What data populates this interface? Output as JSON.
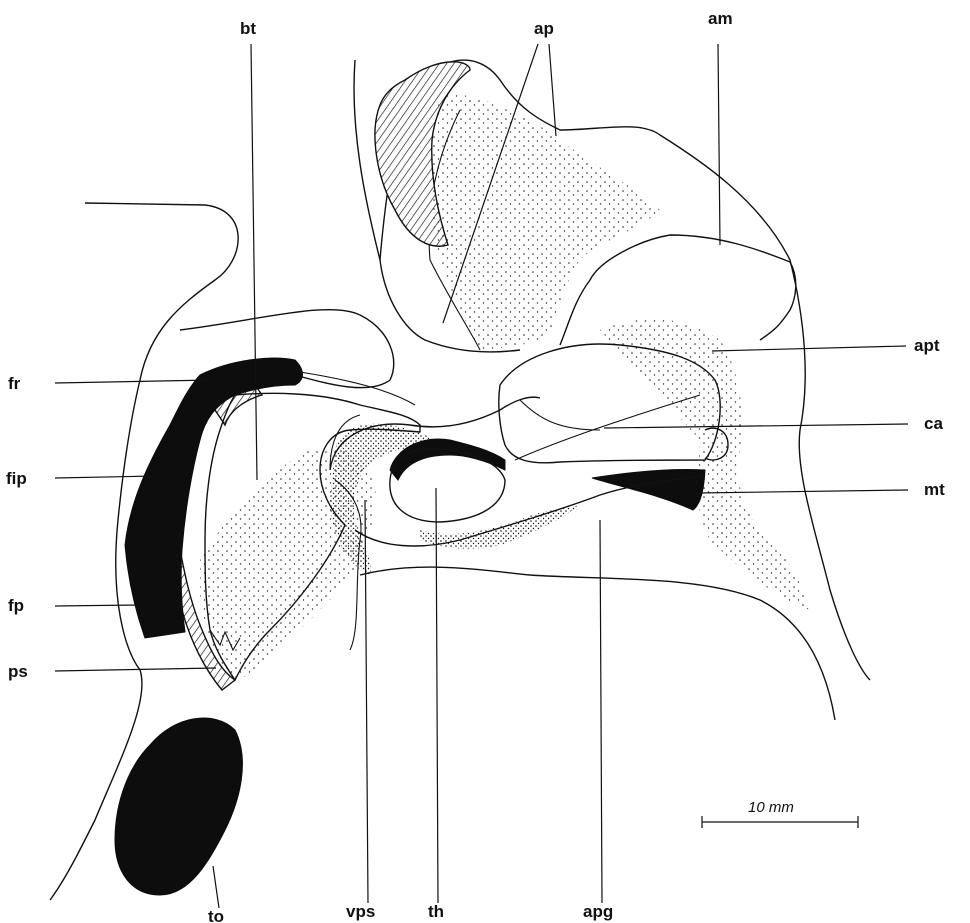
{
  "labels": {
    "bt": "bt",
    "ap": "ap",
    "am": "am",
    "apt": "apt",
    "ca": "ca",
    "mt": "mt",
    "fr": "fr",
    "fip": "fip",
    "fp": "fp",
    "ps": "ps",
    "to": "to",
    "vps": "vps",
    "th": "th",
    "apg": "apg"
  },
  "scale_bar": {
    "label": "10 mm"
  }
}
